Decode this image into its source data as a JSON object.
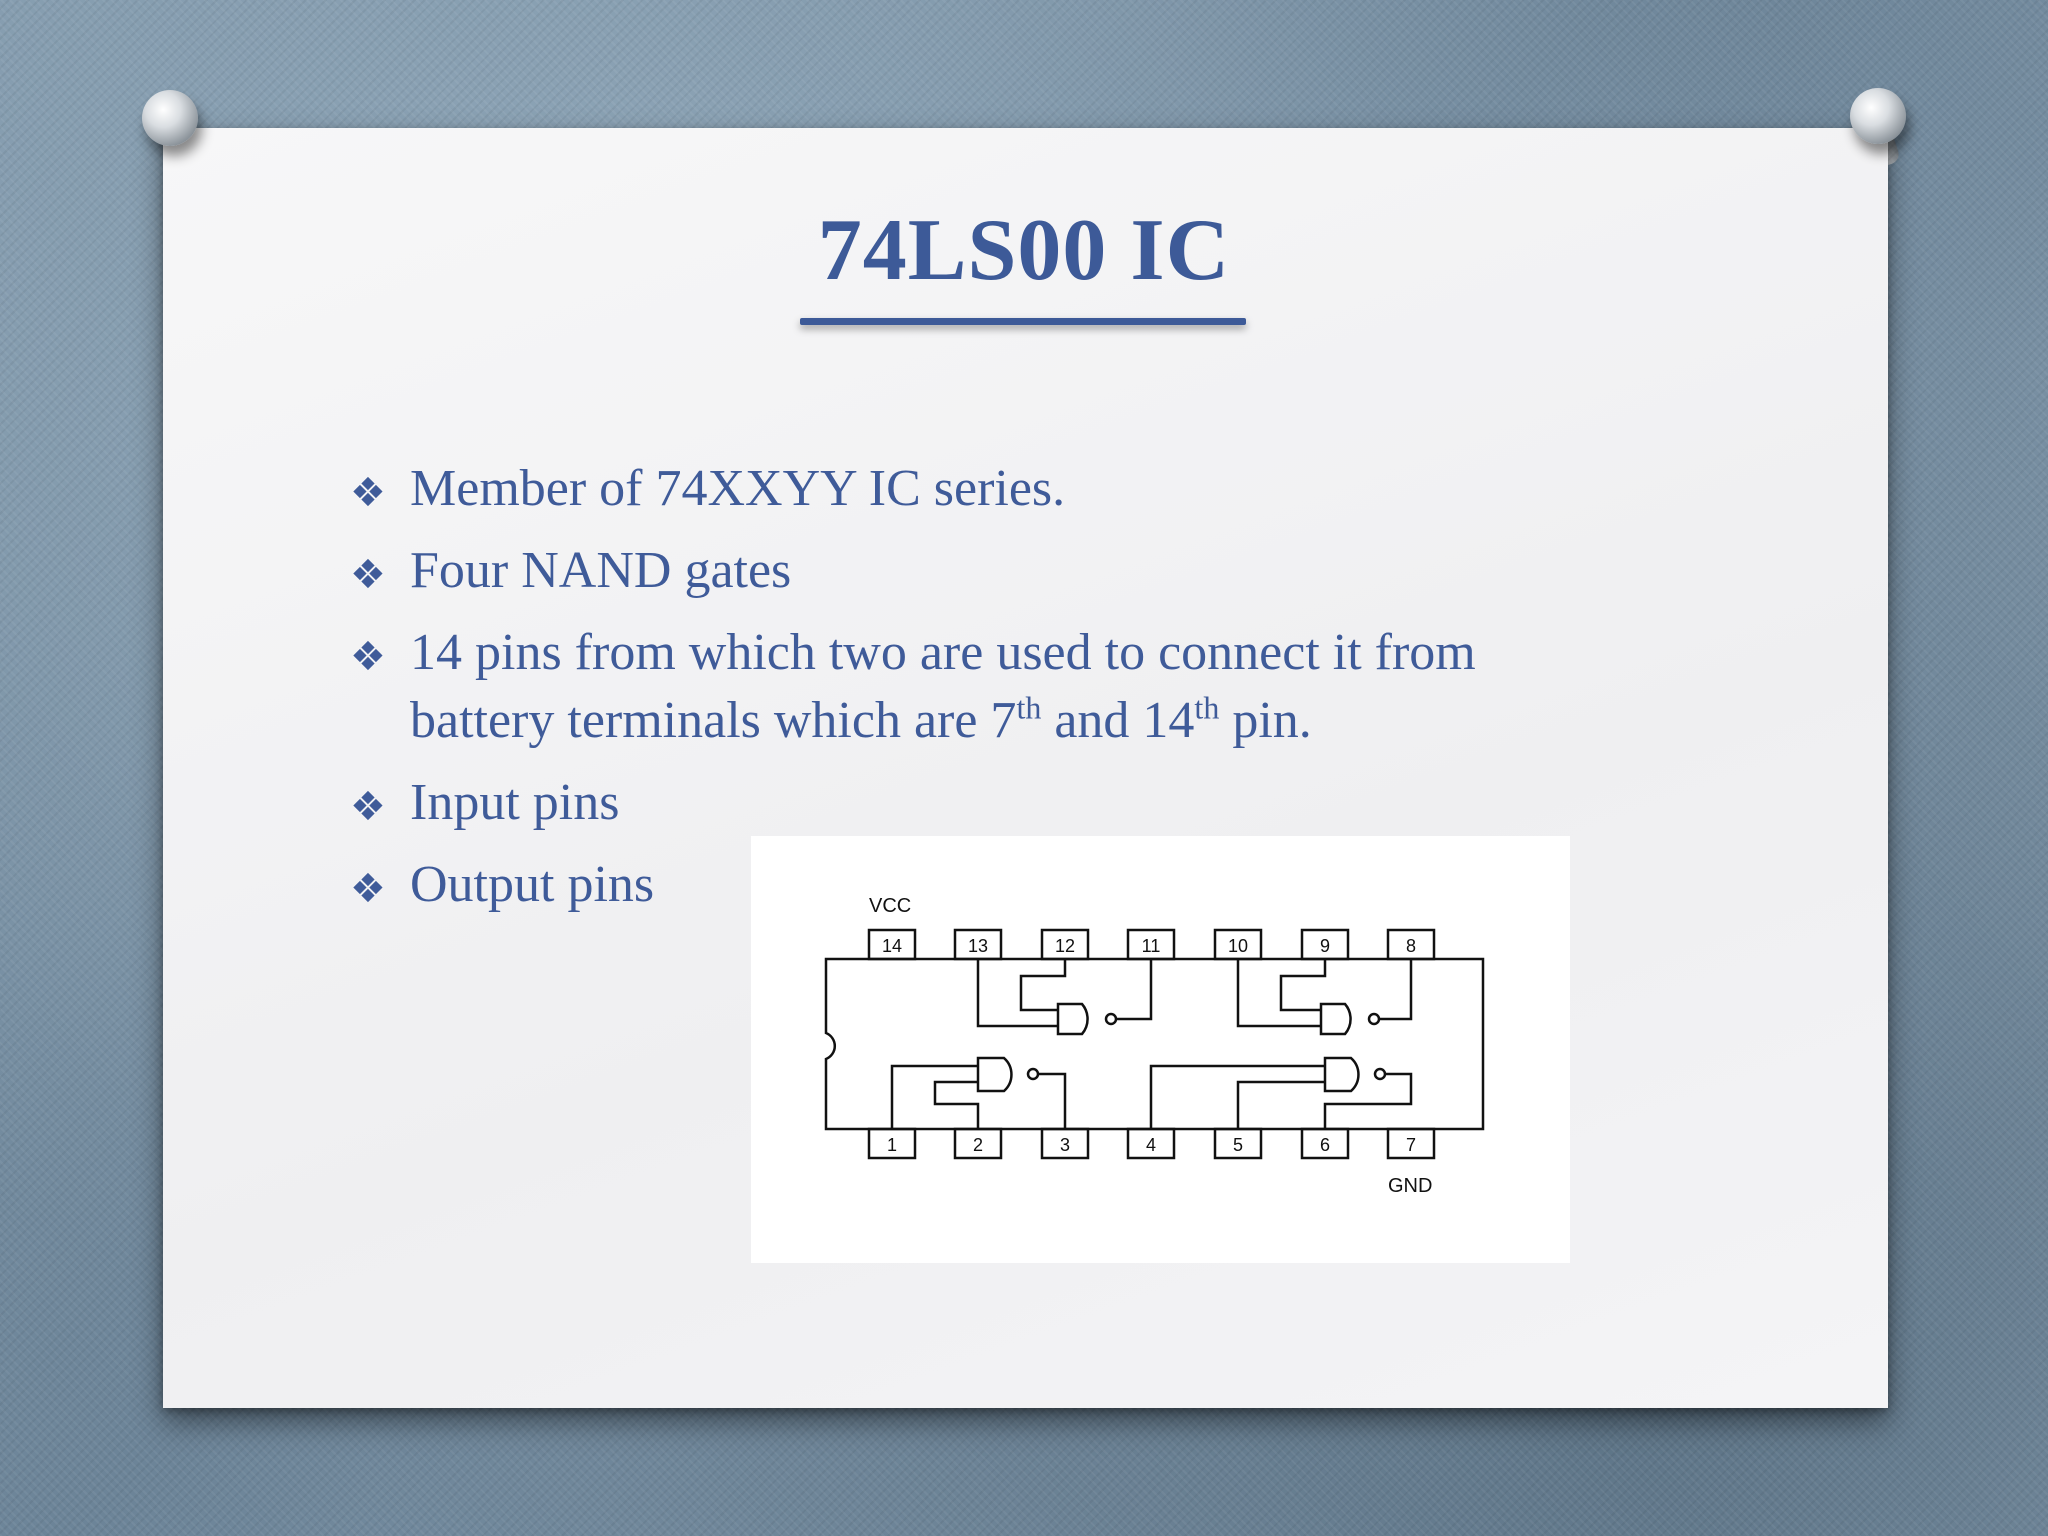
{
  "slide": {
    "title": "74LS00 IC",
    "bullets": [
      {
        "text": "Member of  74XXYY  IC series."
      },
      {
        "text": "Four NAND gates"
      },
      {
        "line1": "14  pins from which two are used to  connect it from",
        "pre": "battery terminals which are 7",
        "sup1": "th",
        "mid": " and 14",
        "sup2": "th",
        "post": " pin."
      },
      {
        "text": "Input pins"
      },
      {
        "text": " Output pins"
      }
    ],
    "bullet_glyph": "❖",
    "colors": {
      "accent": "#3d5a98",
      "paper": "#f4f4f6",
      "diagram_line": "#111111"
    }
  },
  "diagram": {
    "vcc_label": "VCC",
    "gnd_label": "GND",
    "top_pins": [
      "14",
      "13",
      "12",
      "11",
      "10",
      "9",
      "8"
    ],
    "bottom_pins": [
      "1",
      "2",
      "3",
      "4",
      "5",
      "6",
      "7"
    ]
  }
}
